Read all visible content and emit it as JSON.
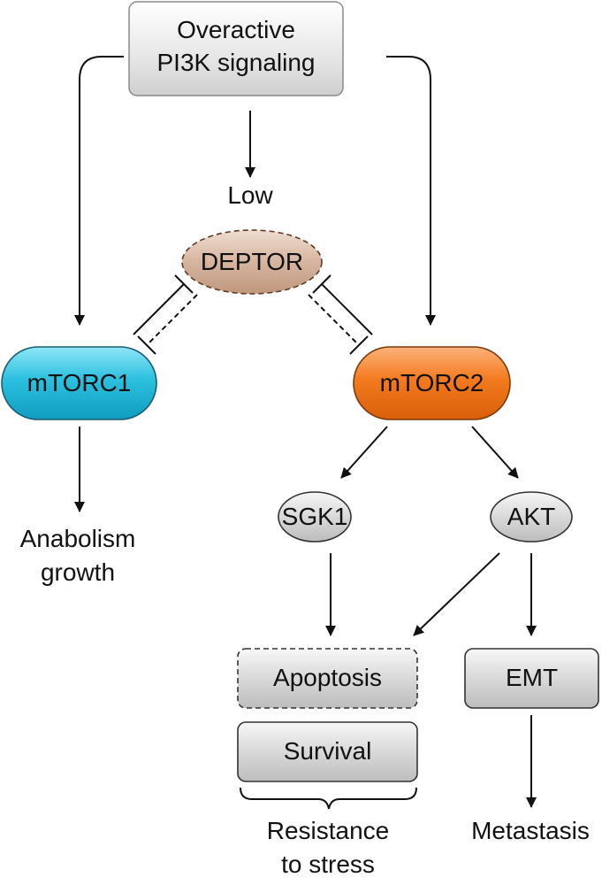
{
  "nodes": {
    "pi3k": {
      "line1": "Overactive",
      "line2": "PI3K signaling"
    },
    "low": "Low",
    "deptor": "DEPTOR",
    "mtorc1": "mTORC1",
    "mtorc2": "mTORC2",
    "sgk1": "SGK1",
    "akt": "AKT",
    "apoptosis": "Apoptosis",
    "survival": "Survival",
    "emt": "EMT",
    "anabolism": {
      "line1": "Anabolism",
      "line2": "growth"
    },
    "resistance": {
      "line1": "Resistance",
      "line2": "to stress"
    },
    "metastasis": "Metastasis"
  },
  "colors": {
    "mtorc1_fill": "#2bc0df",
    "mtorc2_fill": "#f47a1f",
    "deptor_fill": "#d6b5a0",
    "grey_fill": "#d4d4d4",
    "line": "#111111"
  }
}
